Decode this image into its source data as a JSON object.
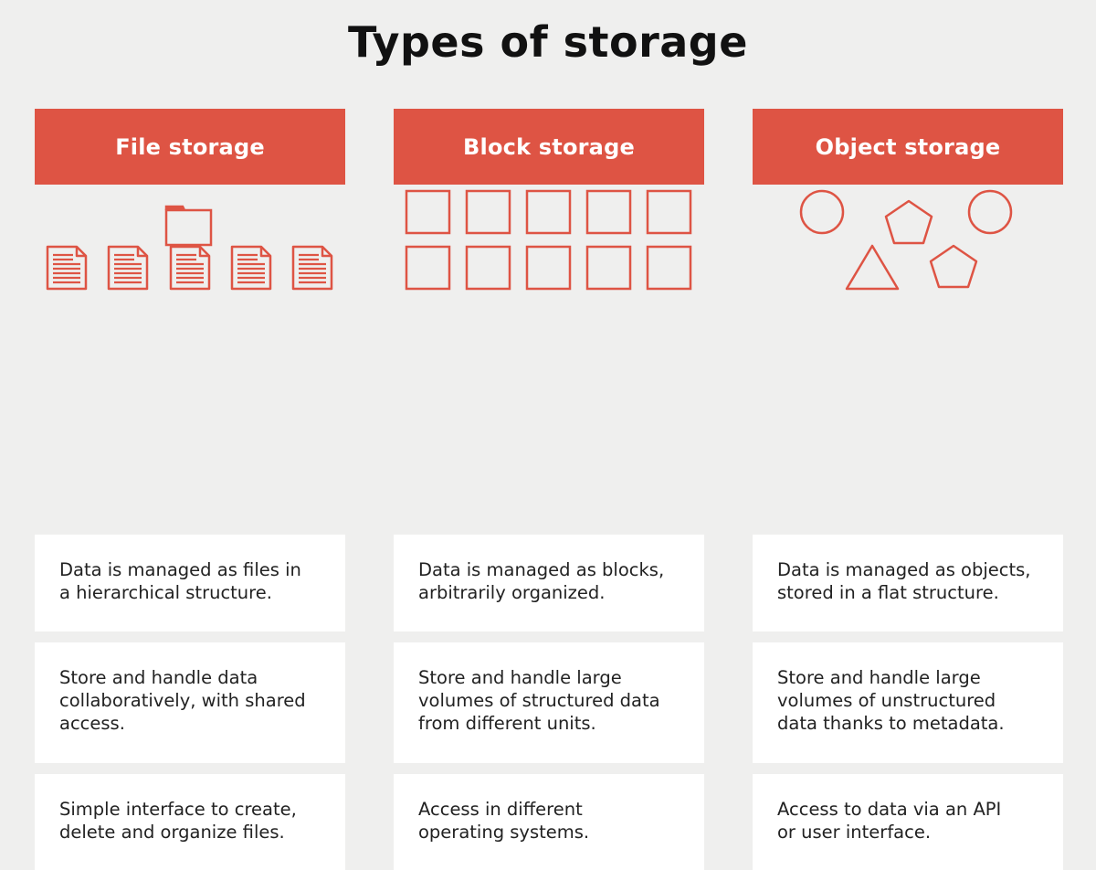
{
  "title": "Types of storage",
  "colors": {
    "accent": "#de5444",
    "background": "#efefee",
    "card": "#ffffff",
    "text": "#222222"
  },
  "columns": [
    {
      "header": "File storage",
      "icon": "folder-with-documents-icon",
      "cards": [
        {
          "lines": [
            "Data is managed as files in",
            "a hierarchical structure."
          ]
        },
        {
          "lines": [
            "Store and handle data",
            "collaboratively, with shared",
            "access."
          ]
        },
        {
          "lines": [
            "Simple interface to create,",
            "delete and organize files."
          ]
        }
      ]
    },
    {
      "header": "Block storage",
      "icon": "block-grid-icon",
      "cards": [
        {
          "lines": [
            "Data is managed as blocks,",
            "arbitrarily organized."
          ]
        },
        {
          "lines": [
            "Store and handle large",
            "volumes of structured data",
            "from different units."
          ]
        },
        {
          "lines": [
            "Access in different",
            "operating systems."
          ]
        }
      ]
    },
    {
      "header": "Object storage",
      "icon": "object-shapes-icon",
      "cards": [
        {
          "lines": [
            "Data is managed as objects,",
            "stored in a flat structure."
          ]
        },
        {
          "lines": [
            "Store and handle large",
            "volumes of unstructured",
            "data thanks to metadata."
          ]
        },
        {
          "lines": [
            "Access to data via an API",
            "or user interface."
          ]
        }
      ]
    }
  ]
}
